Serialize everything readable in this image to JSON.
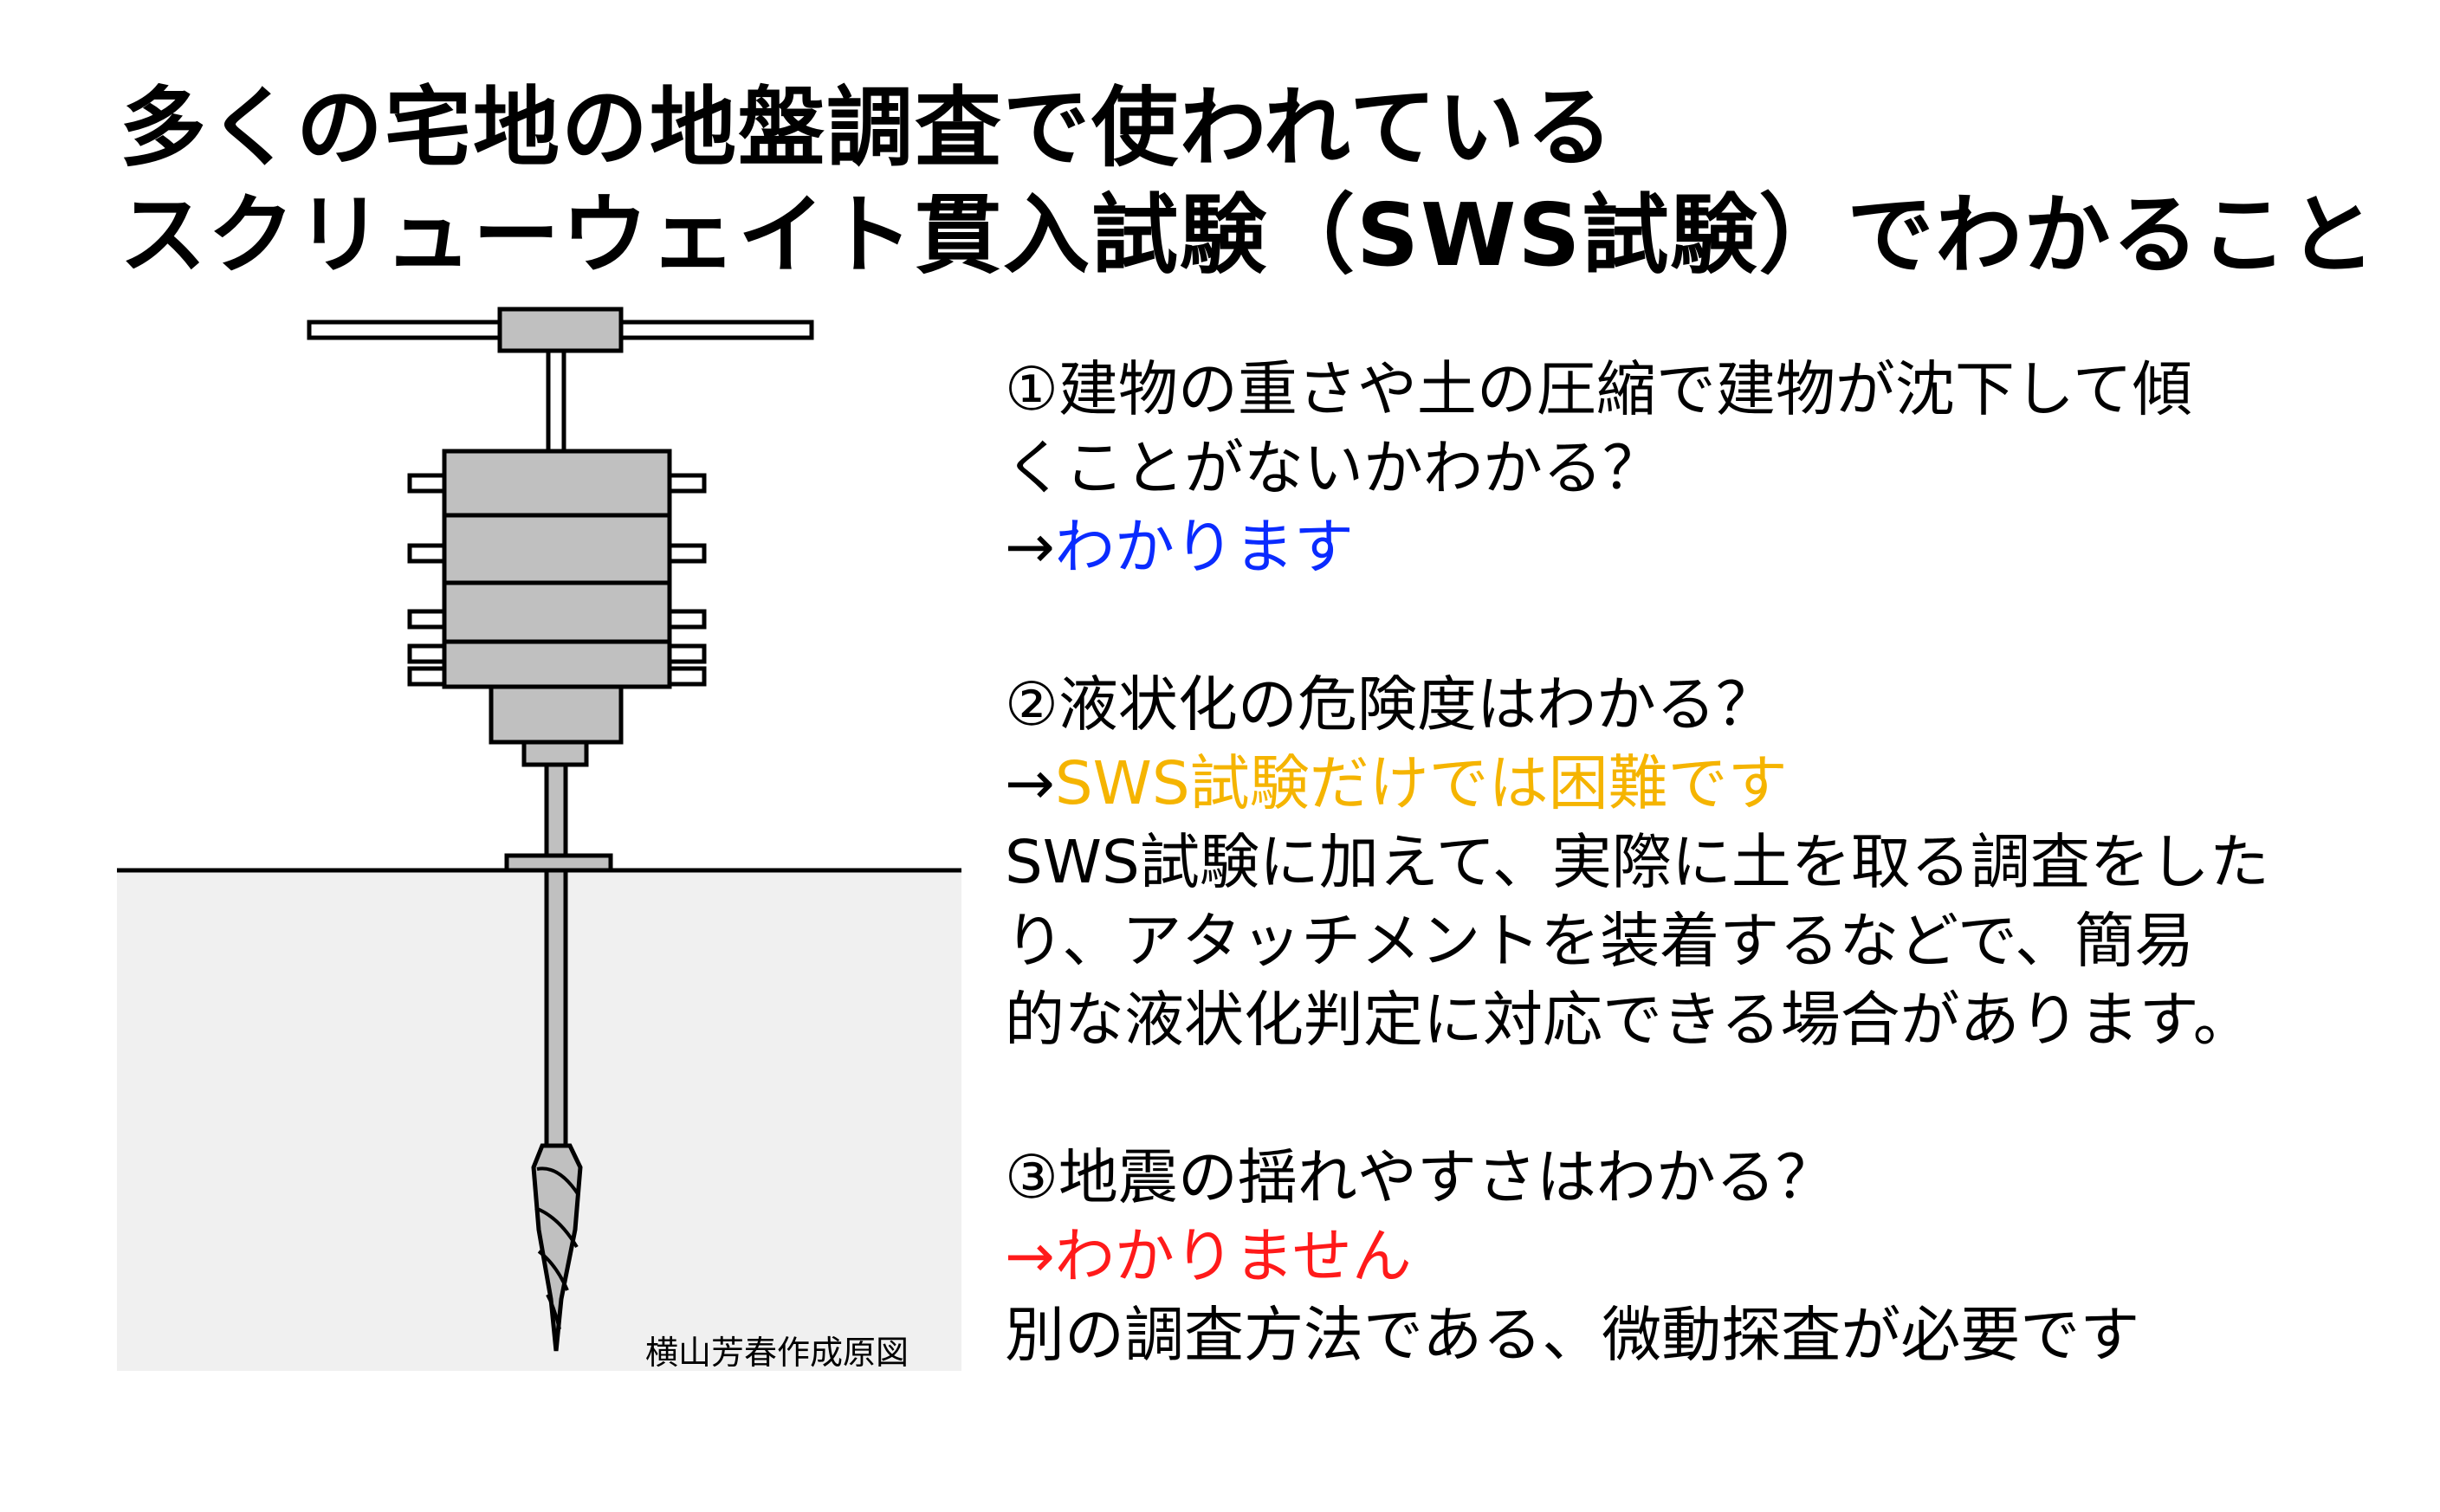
{
  "title": {
    "line1": "多くの宅地の地盤調査で使われている",
    "line2": "スクリューウェイト貫入試験（SWS試験）でわかること"
  },
  "figure": {
    "credit": "横山芳春作成原図",
    "colors": {
      "ground": "#f0f0f0",
      "metal": "#c0c0c0",
      "outline": "#000000"
    }
  },
  "questions": [
    {
      "lines": [
        "①建物の重さや土の圧縮で建物が沈下して傾",
        "くことがないかわかる？"
      ],
      "arrow": "→",
      "answer": "わかります",
      "answer_color": "#0a2bff",
      "details": []
    },
    {
      "lines": [
        "②液状化の危険度はわかる？"
      ],
      "arrow": "→",
      "answer": "SWS試験だけでは困難です",
      "answer_color": "#f5b400",
      "details": [
        "SWS試験に加えて、実際に土を取る調査をした",
        "り、アタッチメントを装着するなどで、簡易",
        "的な液状化判定に対応できる場合があります。"
      ]
    },
    {
      "lines": [
        "③地震の揺れやすさはわかる？"
      ],
      "arrow": "→",
      "answer": "わかりません",
      "answer_color": "#ff1a1a",
      "details": [
        "別の調査方法である、微動探査が必要です"
      ]
    }
  ]
}
